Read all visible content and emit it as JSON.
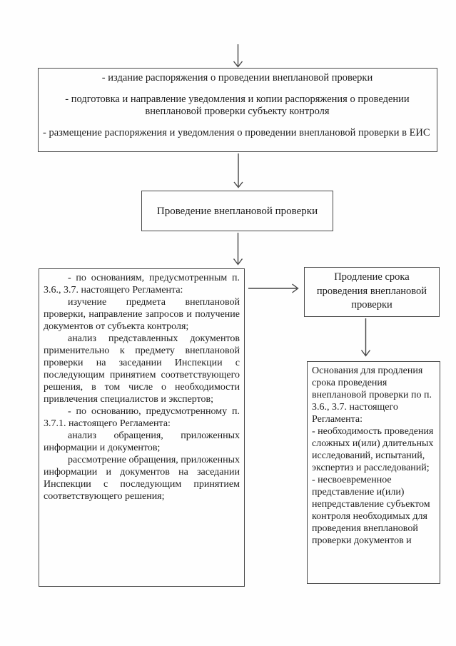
{
  "diagram": {
    "top_box": {
      "items": [
        "- издание распоряжения о проведении внеплановой проверки",
        "- подготовка и направление уведомления и копии распоряжения о проведении внеплановой проверки субъекту контроля",
        "- размещение распоряжения и уведомления о проведении внеплановой проверки в ЕИС"
      ]
    },
    "process_box": {
      "label": "Проведение внеплановой проверки"
    },
    "left_box": {
      "paragraphs": [
        "- по основаниям, предусмотренным п. 3.6., 3.7. настоящего Регламента:",
        "изучение предмета внеплановой проверки, направление запросов и получение документов от субъекта контроля;",
        "анализ представленных документов применительно к предмету внеплановой проверки на заседании Инспекции с последующим принятием соответствующего решения, в том числе о необходимости привлечения специалистов и экспертов;",
        "- по основанию, предусмотренному п. 3.7.1. настоящего Регламента:",
        "анализ обращения, приложенных информации и документов;",
        "рассмотрение обращения, приложенных информации и документов на заседании Инспекции с последующим принятием соответствующего решения;"
      ]
    },
    "extension_box": {
      "label": "Продление срока проведения внеплановой проверки"
    },
    "grounds_box": {
      "paragraphs": [
        "Основания для продления срока проведения внеплановой проверки по п. 3.6., 3.7. настоящего Регламента:",
        "- необходимость проведения сложных и(или) длительных исследований, испытаний, экспертиз и расследований;",
        "- несвоевременное представление и(или) непредставление субъектом контроля необходимых для проведения внеплановой проверки документов и"
      ]
    },
    "colors": {
      "line": "#4a4a4a",
      "background": "#fefefe",
      "text": "#1c1c1c"
    }
  }
}
